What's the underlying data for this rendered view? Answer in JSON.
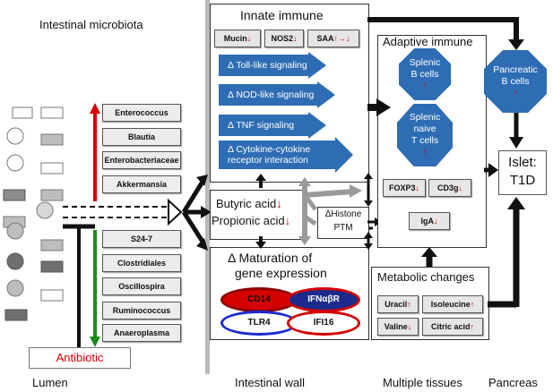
{
  "title": "Intestinal microbiota",
  "lumen_label": "Lumen",
  "wall_label": "Intestinal wall",
  "tissues_label": "Multiple tissues",
  "pancreas_label": "Pancreas",
  "antibiotic": "Antibiotic",
  "bacteria_up": [
    "Enterococcus",
    "Blautia",
    "Enterobacteriaceae",
    "Akkermansia"
  ],
  "bacteria_down": [
    "S24-7",
    "Clostridiales",
    "Oscillospira",
    "Ruminococcus",
    "Anaeroplasma"
  ],
  "innate": {
    "title": "Innate immune",
    "chips": [
      "Mucin",
      "NOS2",
      "SAA"
    ],
    "chip_arrows": [
      "↓",
      "↓",
      "↑→↓"
    ],
    "signaling": [
      "Δ Toll-like signaling",
      "Δ NOD-like signaling",
      "Δ TNF signaling",
      "Δ Cytokine-cytokine receptor interaction"
    ]
  },
  "acids": {
    "butyric": "Butyric acid",
    "propionic": "Propionic acid",
    "arrow": "↓"
  },
  "histone": {
    "line1": "ΔHistone",
    "line2": "PTM"
  },
  "maturation": {
    "title_line1": "Δ Maturation of",
    "title_line2": "gene expression",
    "markers": [
      "CD14",
      "IFNαβR",
      "TLR4",
      "IFI16"
    ]
  },
  "adaptive": {
    "title": "Adaptive immune",
    "bcells": [
      "Splenic",
      "B cells"
    ],
    "tcells": [
      "Splenic",
      "naive",
      "T cells"
    ],
    "chips": [
      "FOXP3",
      "CD3g",
      "IgA"
    ],
    "up": "↑",
    "down": "↓"
  },
  "pancreatic": [
    "Pancreatic",
    "B cells"
  ],
  "islet": [
    "Islet:",
    "T1D"
  ],
  "metabolic": {
    "title": "Metabolic changes",
    "chips": [
      "Uracil",
      "Isoleucine",
      "Valine",
      "Citric acid"
    ],
    "arrows": [
      "↑",
      "↑",
      "↓",
      "↑"
    ]
  },
  "colors": {
    "blue": "#2e6db4",
    "red": "#d40000",
    "green": "#1a8a1a",
    "gray": "#9a9a9a"
  }
}
